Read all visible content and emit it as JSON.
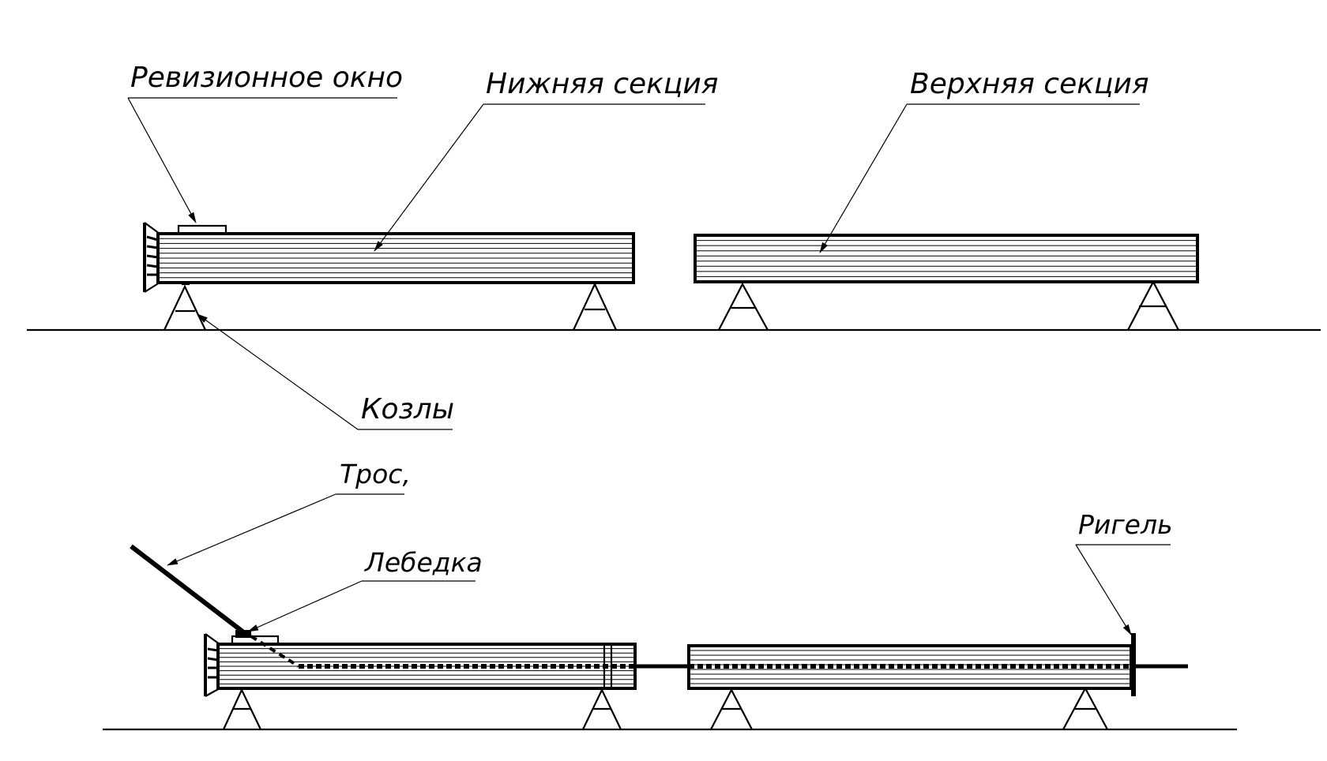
{
  "labels": {
    "revision_window": "Ревизионное окно",
    "lower_section": "Нижняя секция",
    "upper_section": "Верхняя секция",
    "trestles": "Козлы",
    "cable": "Трос,",
    "winch": "Лебедка",
    "crossbar": "Ригель"
  },
  "colors": {
    "ink": "#000000",
    "paper": "#ffffff"
  }
}
